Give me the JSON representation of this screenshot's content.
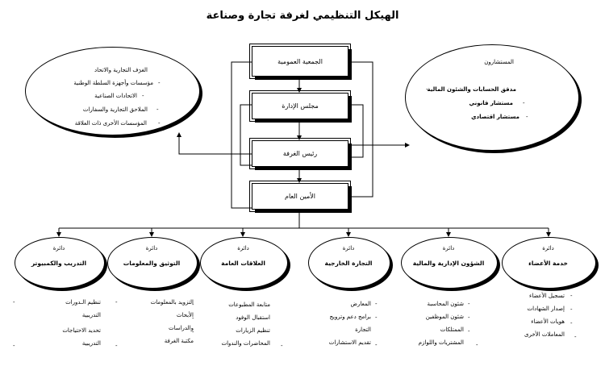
{
  "title": "الهيكل التنظيمي لغرفة تجارة وصناعة",
  "boxes": {
    "general_assembly": "الجمعية العمومية",
    "board": "مجلس الإدارة",
    "chamber_head": "رئيس الغرفة",
    "secretary_general": "الأمين العام"
  },
  "left_ellipse": [
    "الغرف التجارية والاتحاد",
    "مؤسسات وأجهزة السلطة الوطنية",
    "الاتحادات الصناعية",
    "الملاحق التجارية والسفارات",
    "المؤسسات الأخرى ذات العلاقة"
  ],
  "right_ellipse": {
    "heading": "المستشارون",
    "items": [
      "مدقق الحسابات والشئون المالية",
      "مستشار قانوني",
      "مستشار اقتصادي"
    ]
  },
  "dept_word": "دائرة",
  "departments": [
    {
      "title": "التدريب والكمبيوتر",
      "items": [
        "تنظيم الـدورات",
        "التدريبية",
        "تحديد الاحتياجات",
        "التدريبية"
      ]
    },
    {
      "title": "التوثيق والمعلومات",
      "items": [
        "التزويد بالمعلومات",
        "الأبحاث",
        "والدراسات",
        "مكتبة الغرفة"
      ]
    },
    {
      "title": "العلاقات العامة",
      "items": [
        "متابعة المطبوعات",
        "استقبال الوفود",
        "تنظيم الزيارات",
        "المحاضرات والندوات"
      ]
    },
    {
      "title": "التجارة الخارجية",
      "items": [
        "المعارض",
        "برامج دعم وترويج",
        "التجارة",
        "تقديم الاستشارات"
      ]
    },
    {
      "title": "الشؤون الإدارية والمالية",
      "items": [
        "شئون المحاسبة",
        "شئون الموظفين",
        "الممتلكات",
        "المشتريات واللوازم"
      ]
    },
    {
      "title": "خدمة الأعضاء",
      "items": [
        "تسجيل الأعضاء",
        "إصدار الشهادات",
        "هويات الأعضاء",
        "المعاملات الأخرى"
      ]
    }
  ]
}
